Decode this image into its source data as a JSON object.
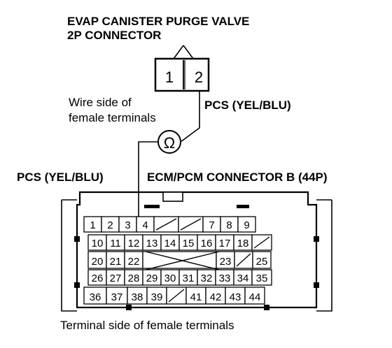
{
  "purge_valve": {
    "title_line1": "EVAP CANISTER PURGE VALVE",
    "title_line2": "2P CONNECTOR",
    "pins": [
      "1",
      "2"
    ]
  },
  "wire_side": {
    "line1": "Wire side of",
    "line2": "female terminals"
  },
  "wire_label_top": "PCS (YEL/BLU)",
  "wire_label_left": "PCS (YEL/BLU)",
  "meter_symbol": "Ω",
  "ecm_connector": {
    "title": "ECM/PCM CONNECTOR B (44P)",
    "rows": [
      [
        "1",
        "2",
        "3",
        "4",
        "",
        "",
        "7",
        "8",
        "9"
      ],
      [
        "10",
        "11",
        "12",
        "13",
        "14",
        "15",
        "16",
        "17",
        "18",
        ""
      ],
      [
        "20",
        "21",
        "22",
        "",
        "",
        "",
        "",
        "23",
        "",
        "25"
      ],
      [
        "26",
        "27",
        "28",
        "29",
        "30",
        "31",
        "32",
        "33",
        "34",
        "35"
      ],
      [
        "36",
        "37",
        "38",
        "39",
        "",
        "41",
        "42",
        "43",
        "44"
      ]
    ]
  },
  "footer": "Terminal side of female terminals"
}
